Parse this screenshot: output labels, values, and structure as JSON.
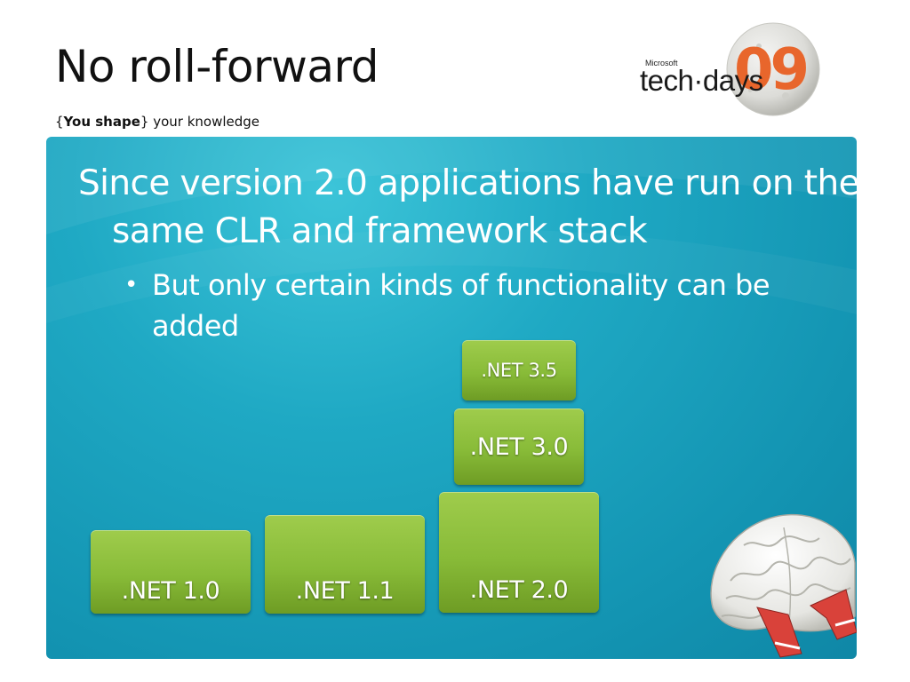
{
  "slide": {
    "title": "No roll-forward",
    "tagline": {
      "open_brace": "{",
      "bold": "You shape",
      "close_brace": "}",
      "rest": " your knowledge"
    }
  },
  "logo": {
    "brand": "Microsoft",
    "product": "tech·days",
    "year": "09"
  },
  "content": {
    "main_bullet": "Since version 2.0 applications have run on the same CLR and framework stack",
    "sub_bullet_marker": "•",
    "sub_bullet": "But only certain kinds of functionality can be added"
  },
  "diagram": {
    "boxes": {
      "net10": ".NET 1.0",
      "net11": ".NET 1.1",
      "net20": ".NET 2.0",
      "net30": ".NET 3.0",
      "net35": ".NET 3.5"
    },
    "box_color": "#88bb38"
  },
  "colors": {
    "panel": "#1fa9c4",
    "logo_accent": "#e8662c"
  },
  "icons": {
    "logo_ball": "tech-days-09-ball-icon",
    "brain": "brain-with-sneakers-icon"
  }
}
